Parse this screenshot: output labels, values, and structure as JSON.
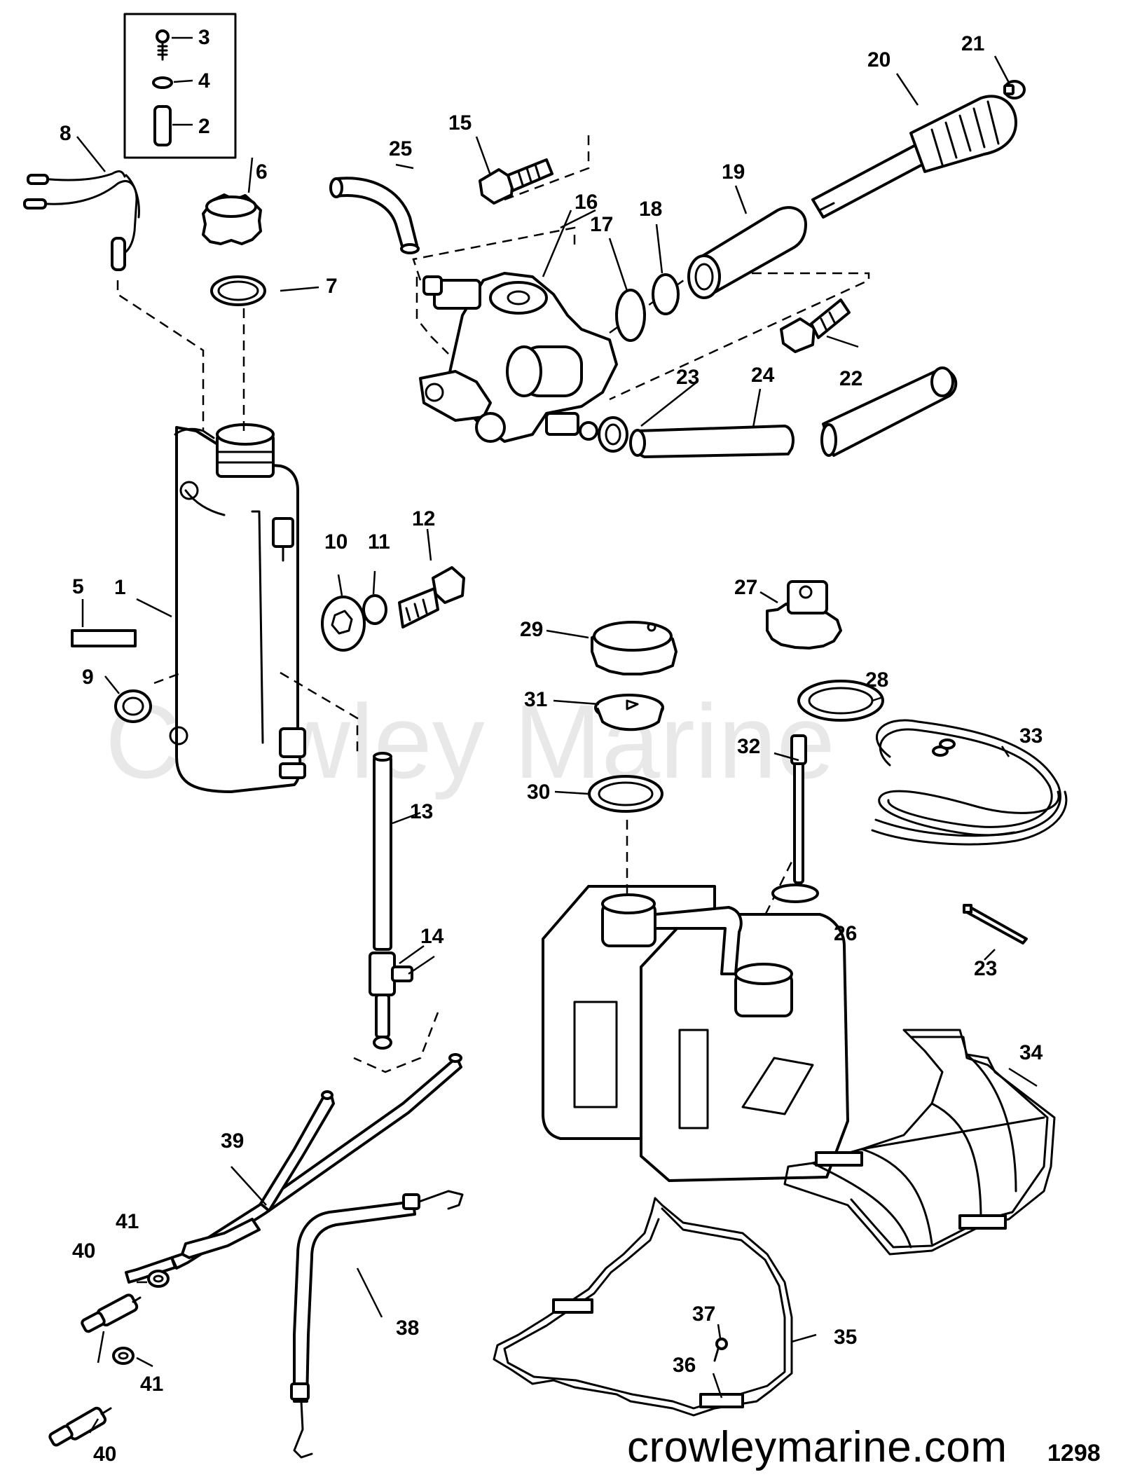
{
  "watermark": "Crowley Marine",
  "footer": {
    "url": "crowleymarine.com",
    "code": "1298"
  },
  "callouts": [
    "1",
    "2",
    "3",
    "4",
    "5",
    "6",
    "7",
    "8",
    "9",
    "10",
    "11",
    "12",
    "13",
    "14",
    "15",
    "16",
    "17",
    "18",
    "19",
    "20",
    "21",
    "22",
    "23",
    "24",
    "25",
    "26",
    "27",
    "28",
    "29",
    "30",
    "31",
    "32",
    "33",
    "34",
    "35",
    "36",
    "37",
    "38",
    "39",
    "40",
    "41"
  ]
}
